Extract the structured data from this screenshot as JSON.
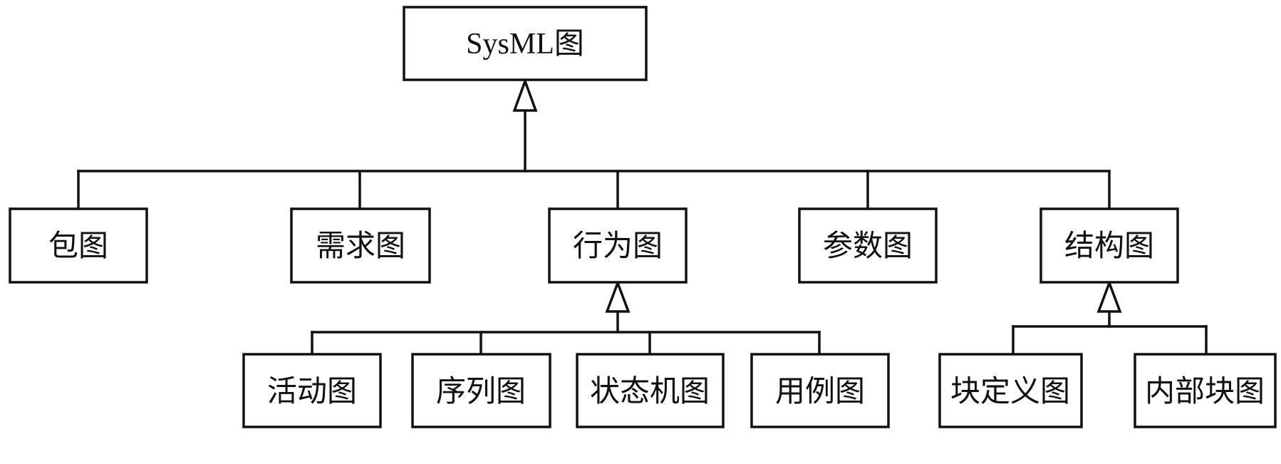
{
  "diagram": {
    "type": "inheritance-tree",
    "colors": {
      "stroke": "#111111",
      "fill": "#ffffff",
      "text": "#111111"
    },
    "root": {
      "id": "sysml",
      "label": "SysML图"
    },
    "level1": [
      {
        "id": "package",
        "label": "包图",
        "parent": "sysml"
      },
      {
        "id": "requirement",
        "label": "需求图",
        "parent": "sysml"
      },
      {
        "id": "behavior",
        "label": "行为图",
        "parent": "sysml"
      },
      {
        "id": "parametric",
        "label": "参数图",
        "parent": "sysml"
      },
      {
        "id": "structure",
        "label": "结构图",
        "parent": "sysml"
      }
    ],
    "level2": [
      {
        "id": "activity",
        "label": "活动图",
        "parent": "behavior"
      },
      {
        "id": "sequence",
        "label": "序列图",
        "parent": "behavior"
      },
      {
        "id": "statemachine",
        "label": "状态机图",
        "parent": "behavior"
      },
      {
        "id": "usecase",
        "label": "用例图",
        "parent": "behavior"
      },
      {
        "id": "bdd",
        "label": "块定义图",
        "parent": "structure"
      },
      {
        "id": "ibd",
        "label": "内部块图",
        "parent": "structure"
      }
    ],
    "edges": [
      {
        "from": "package",
        "to": "sysml",
        "kind": "generalization"
      },
      {
        "from": "requirement",
        "to": "sysml",
        "kind": "generalization"
      },
      {
        "from": "behavior",
        "to": "sysml",
        "kind": "generalization"
      },
      {
        "from": "parametric",
        "to": "sysml",
        "kind": "generalization"
      },
      {
        "from": "structure",
        "to": "sysml",
        "kind": "generalization"
      },
      {
        "from": "activity",
        "to": "behavior",
        "kind": "generalization"
      },
      {
        "from": "sequence",
        "to": "behavior",
        "kind": "generalization"
      },
      {
        "from": "statemachine",
        "to": "behavior",
        "kind": "generalization"
      },
      {
        "from": "usecase",
        "to": "behavior",
        "kind": "generalization"
      },
      {
        "from": "bdd",
        "to": "structure",
        "kind": "generalization"
      },
      {
        "from": "ibd",
        "to": "structure",
        "kind": "generalization"
      }
    ]
  }
}
